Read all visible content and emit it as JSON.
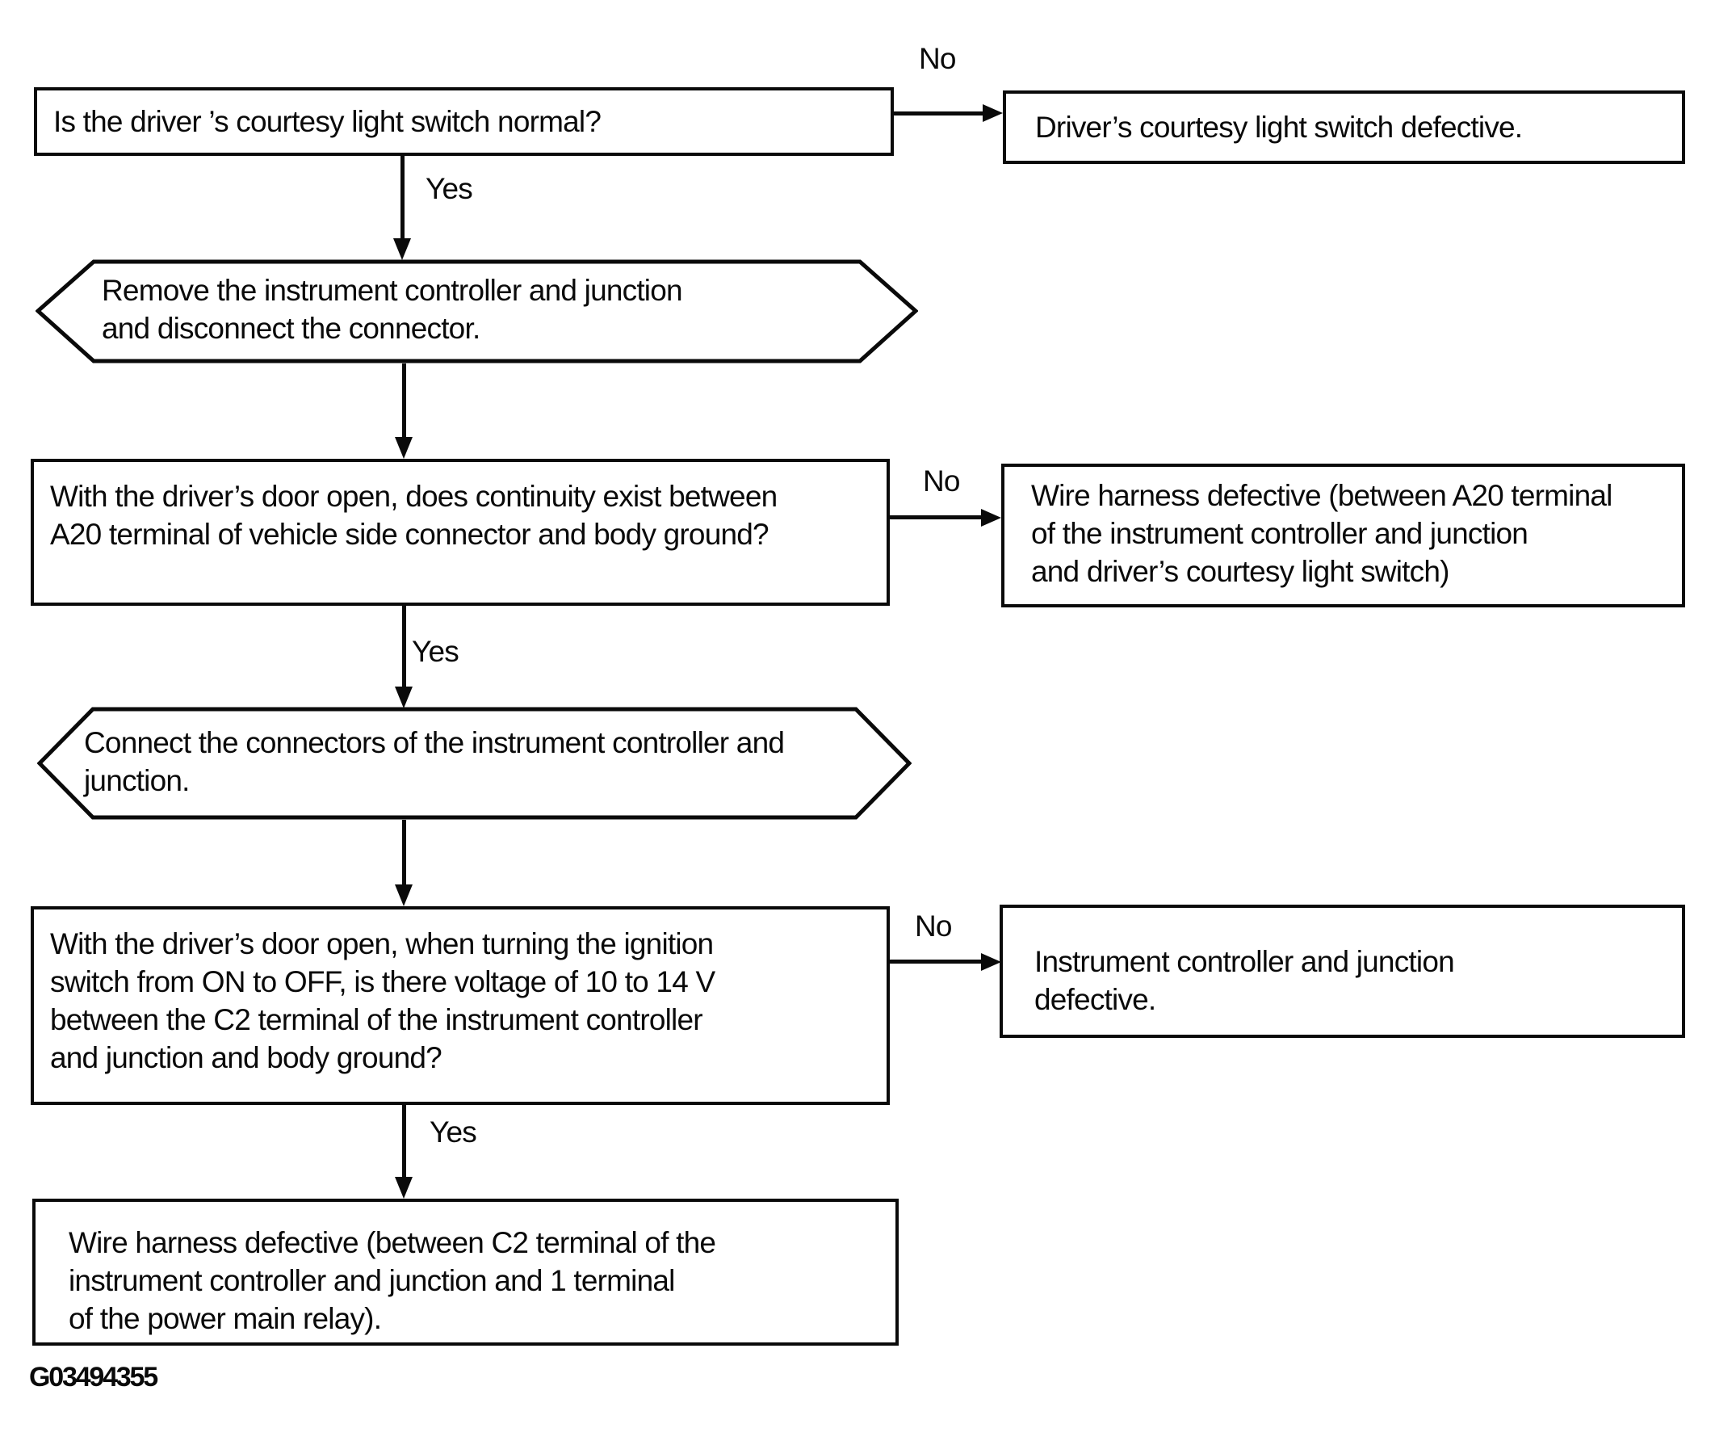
{
  "page": {
    "background_color": "#ffffff",
    "ink_color": "#0a0a0a",
    "figure_id": "G03494355"
  },
  "nodes": {
    "q1": {
      "shape": "rectangle",
      "role": "question",
      "lines": [
        "Is the driver ’s courtesy light switch normal?"
      ]
    },
    "r1": {
      "shape": "rectangle",
      "role": "result",
      "lines": [
        "Driver’s courtesy light switch defective."
      ]
    },
    "h1": {
      "shape": "hexagon",
      "role": "instruction",
      "lines": [
        "Remove the instrument controller and junction",
        "and disconnect the connector."
      ]
    },
    "q2": {
      "shape": "rectangle",
      "role": "question",
      "lines": [
        "With the driver’s door open, does continuity exist between",
        "A20 terminal of vehicle side connector and body ground?"
      ]
    },
    "r2": {
      "shape": "rectangle",
      "role": "result",
      "lines": [
        "Wire harness defective (between A20 terminal",
        "of the instrument controller and junction",
        "and driver’s courtesy light switch)"
      ]
    },
    "h2": {
      "shape": "hexagon",
      "role": "instruction",
      "lines": [
        "Connect the connectors of the instrument controller and",
        "junction."
      ]
    },
    "q3": {
      "shape": "rectangle",
      "role": "question",
      "lines": [
        "With the driver’s door open, when turning the ignition",
        "switch from ON to OFF, is there voltage of 10 to 14 V",
        "between the C2 terminal of the instrument controller",
        "and junction and body ground?"
      ]
    },
    "r3": {
      "shape": "rectangle",
      "role": "result",
      "lines": [
        "Instrument controller and junction",
        "defective."
      ]
    },
    "end": {
      "shape": "rectangle",
      "role": "result",
      "lines": [
        "Wire harness defective (between C2 terminal of the",
        "instrument controller and junction and 1 terminal",
        "of the power main relay)."
      ]
    }
  },
  "edges": [
    {
      "from": "q1",
      "to": "r1",
      "label": "No"
    },
    {
      "from": "q1",
      "to": "h1",
      "label": "Yes"
    },
    {
      "from": "h1",
      "to": "q2",
      "label": ""
    },
    {
      "from": "q2",
      "to": "r2",
      "label": "No"
    },
    {
      "from": "q2",
      "to": "h2",
      "label": "Yes"
    },
    {
      "from": "h2",
      "to": "q3",
      "label": ""
    },
    {
      "from": "q3",
      "to": "r3",
      "label": "No"
    },
    {
      "from": "q3",
      "to": "end",
      "label": "Yes"
    }
  ]
}
